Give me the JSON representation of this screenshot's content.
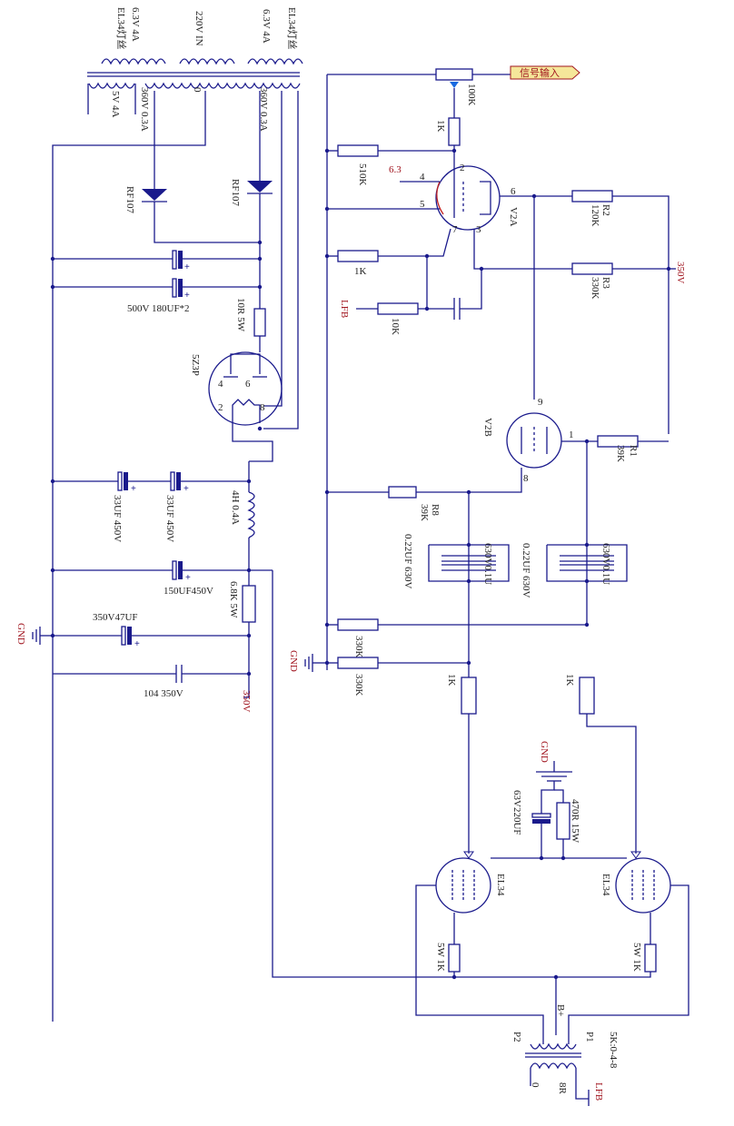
{
  "colors": {
    "wire": "#1a1a8c",
    "net_label": "#a0141e",
    "input_flag": "#f5e79a"
  },
  "transformer": {
    "heater_left": "6.3V 4A",
    "heater_left_name": "EL34灯丝",
    "primary": "220V IN",
    "heater_right": "6.3V 4A",
    "heater_right_name": "EL34灯丝",
    "rect_heater": "5V 4A",
    "hv_left": "360V 0.3A",
    "center_tap": "0",
    "hv_right": "360V 0.3A"
  },
  "supply": {
    "diode_left": "RF107",
    "diode_right": "RF107",
    "main_caps": "500V 180UF*2",
    "series_res": "10R 5W",
    "rectifier": "5Z3P",
    "pin4": "4",
    "pin6": "6",
    "pin2": "2",
    "pin8": "8",
    "cap_a": "33UF 450V",
    "cap_b": "33UF 450V",
    "choke": "4H 0.4A",
    "cap_c": "150UF450V",
    "drop_res": "6.8K 5W",
    "cap_d": "350V47UF",
    "cap_e": "104 350V",
    "gnd": "GND",
    "b350": "350V"
  },
  "input_stage": {
    "input_flag": "信号输入",
    "pot": "100K",
    "grid_res": "1K",
    "r510": "510K",
    "heater_tag": "6.3",
    "pin2": "2",
    "pin4": "4",
    "pin5": "5",
    "pin6": "6",
    "pin7": "7",
    "pin3": "3",
    "tube": "V2A",
    "r2": "R2",
    "r2_val": "120K",
    "r3": "R3",
    "r3_val": "330K",
    "b350": "350V",
    "cath_res": "1K",
    "lfb": "LFB",
    "fb_res": "10K"
  },
  "phase_splitter": {
    "tube": "V2B",
    "pin9": "9",
    "pin1": "1",
    "pin8": "8",
    "r1": "R1",
    "r1_val": "39K",
    "r8": "R8",
    "r8_val": "39K",
    "cap_l_a": "0.22UF 630V",
    "cap_l_b": "630V0.1U",
    "cap_r_a": "0.22UF 630V",
    "cap_r_b": "630V0.1U",
    "r330a": "330K",
    "r330b": "330K",
    "gnd": "GND",
    "stop_l": "1K",
    "stop_r": "1K"
  },
  "output_stage": {
    "gnd": "GND",
    "cath_cap": "63V220UF",
    "cath_res": "470R 15W",
    "tube_l": "EL34",
    "tube_r": "EL34",
    "g2_l": "5W 1K",
    "g2_r": "5W 1K",
    "bplus": "B+",
    "p1": "P1",
    "p2": "P2",
    "ot": "5K:0-4-8",
    "sec0": "0",
    "sec8": "8R",
    "lfb": "LFB"
  }
}
